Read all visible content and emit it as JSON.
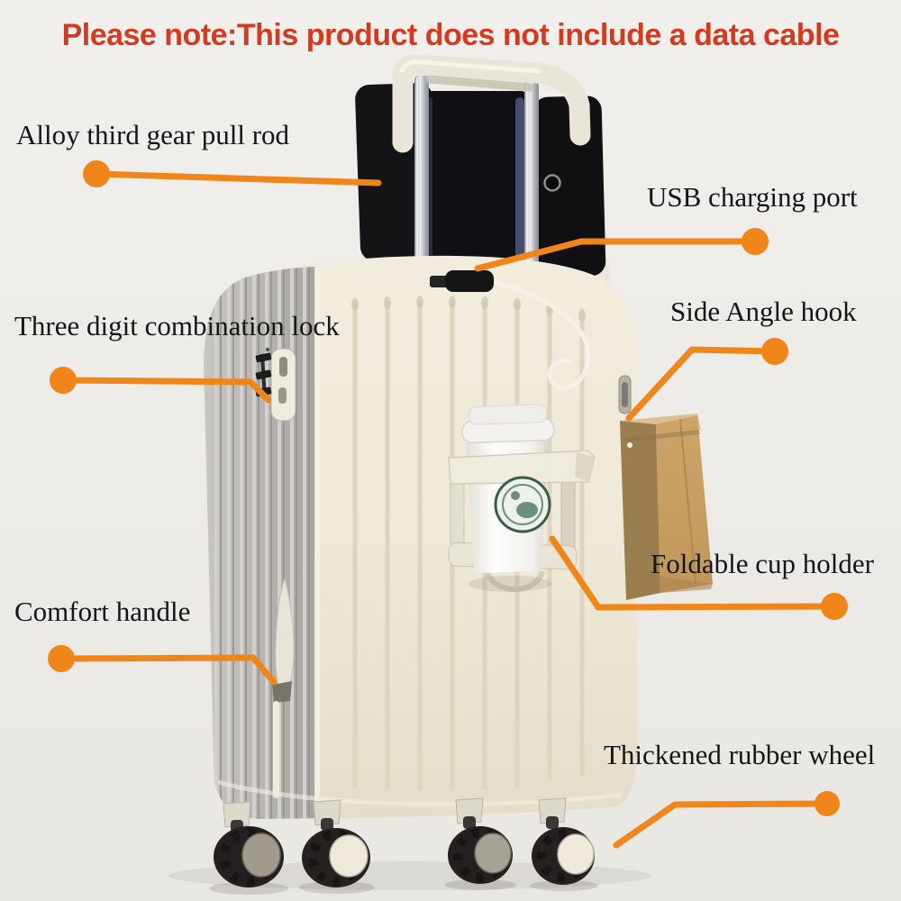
{
  "notice": {
    "text": "Please note:This product does not include a data cable"
  },
  "colors": {
    "accent": "#f08519",
    "notice": "#d23b20",
    "label": "#151515",
    "background": "#edebe7"
  },
  "labels": [
    {
      "id": "alloy-pull-rod",
      "text": "Alloy third gear pull rod"
    },
    {
      "id": "usb-port",
      "text": "USB charging port"
    },
    {
      "id": "combination-lock",
      "text": "Three digit combination lock"
    },
    {
      "id": "side-hook",
      "text": "Side Angle hook"
    },
    {
      "id": "cup-holder",
      "text": "Foldable cup holder"
    },
    {
      "id": "comfort-handle",
      "text": "Comfort handle"
    },
    {
      "id": "rubber-wheel",
      "text": "Thickened rubber wheel"
    }
  ]
}
